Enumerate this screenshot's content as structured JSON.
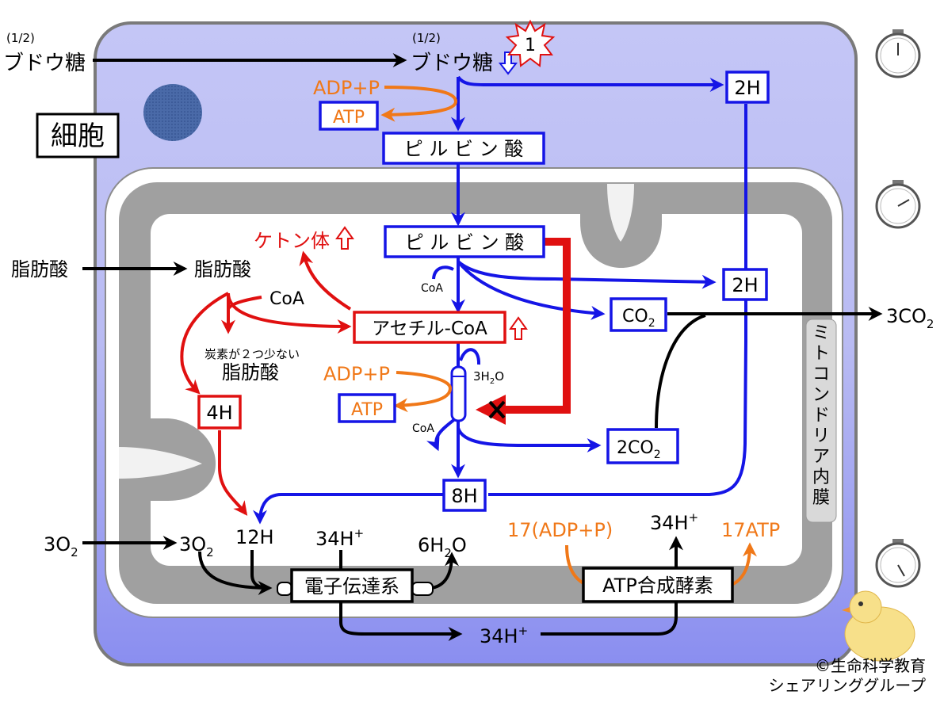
{
  "colors": {
    "blue": "#1515e6",
    "red": "#e01010",
    "orange": "#f07818",
    "black": "#000000",
    "cell_fill": "#b9bcf4",
    "membrane_gray": "#a3a3a3"
  },
  "labels": {
    "glucose_fraction": "(1/2)",
    "glucose": "ブドウ糖",
    "glucose_in_fraction": "(1/2)",
    "glucose_in": "ブドウ糖",
    "badge_number": "1",
    "cell": "細胞",
    "adp_p_top": "ADP+P",
    "atp_top": "ATP",
    "pyruvate_cyto": "ピ ル ビ ン 酸",
    "two_h_top": "2H",
    "pyruvate_mito": "ピ ル ビ ン 酸",
    "ketone": "ケトン体",
    "fatty_acid_out": "脂肪酸",
    "fatty_acid_in": "脂肪酸",
    "coa_1": "CoA",
    "coa_small_1": "CoA",
    "two_h_mid": "2H",
    "co2_main": "CO",
    "co2_main_sub": "2",
    "three_co2": "3CO",
    "three_co2_sub": "2",
    "acetyl_coa": "アセチル-CoA",
    "carbon_less_line1": "炭素が２つ少ない",
    "carbon_less_line2": "脂肪酸",
    "adp_p_mid": "ADP+P",
    "three_h2o": "3H",
    "three_h2o_sub": "2",
    "three_h2o_end": "O",
    "atp_mid": "ATP",
    "four_h": "4H",
    "coa_small_2": "CoA",
    "two_co2": "2CO",
    "two_co2_sub": "2",
    "eight_h": "8H",
    "mito_membrane": [
      "ミ",
      "ト",
      "コ",
      "ン",
      "ド",
      "リ",
      "ア",
      "内",
      "膜"
    ],
    "three_o2_out": "3O",
    "three_o2_out_sub": "2",
    "three_o2_in": "3O",
    "three_o2_in_sub": "2",
    "twelve_h": "12H",
    "h34_etc": "34H",
    "h34_etc_sup": "+",
    "six_h2o": "6H",
    "six_h2o_sub": "2",
    "six_h2o_end": "O",
    "adp17": "17(ADP+P)",
    "h34_synth": "34H",
    "h34_synth_sup": "+",
    "atp17": "17ATP",
    "etc": "電子伝達系",
    "atp_synthase": "ATP合成酵素",
    "h34_bottom": "34H",
    "h34_bottom_sup": "+",
    "copyright": "©生命科学教育",
    "group": "シェアリンググループ"
  }
}
